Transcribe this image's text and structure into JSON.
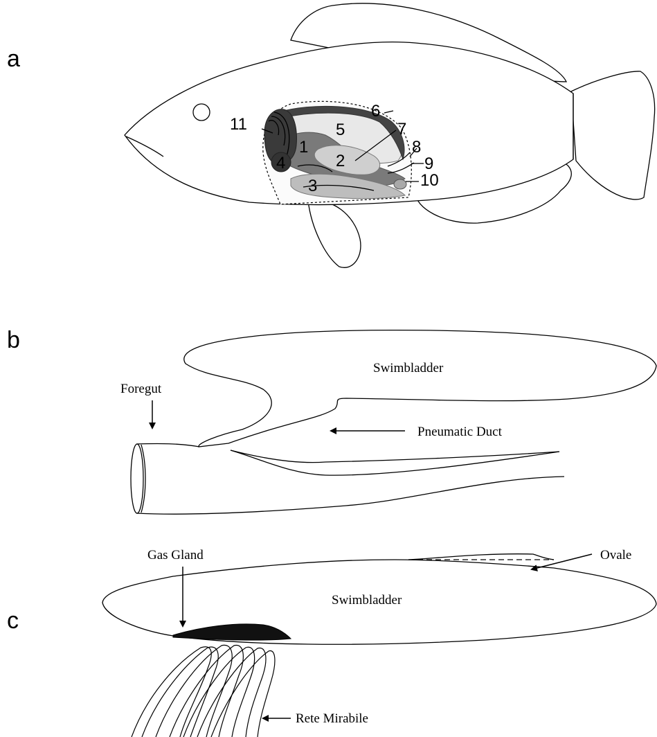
{
  "panels": {
    "a": {
      "label": "a",
      "organ_numbers": [
        "1",
        "2",
        "3",
        "4",
        "5",
        "6",
        "7",
        "8",
        "9",
        "10",
        "11"
      ]
    },
    "b": {
      "label": "b",
      "swimbladder": "Swimbladder",
      "foregut": "Foregut",
      "duct": "Pneumatic Duct"
    },
    "c": {
      "label": "c",
      "swimbladder": "Swimbladder",
      "gas_gland": "Gas Gland",
      "ovale": "Ovale",
      "rete": "Rete Mirabile"
    }
  },
  "colors": {
    "heart": "#3a3a3a",
    "dark_organ": "#6e6e6e",
    "mid_organ": "#a9a9a9",
    "light_organ": "#cfcfcf",
    "pale_organ": "#e8e8e8"
  }
}
